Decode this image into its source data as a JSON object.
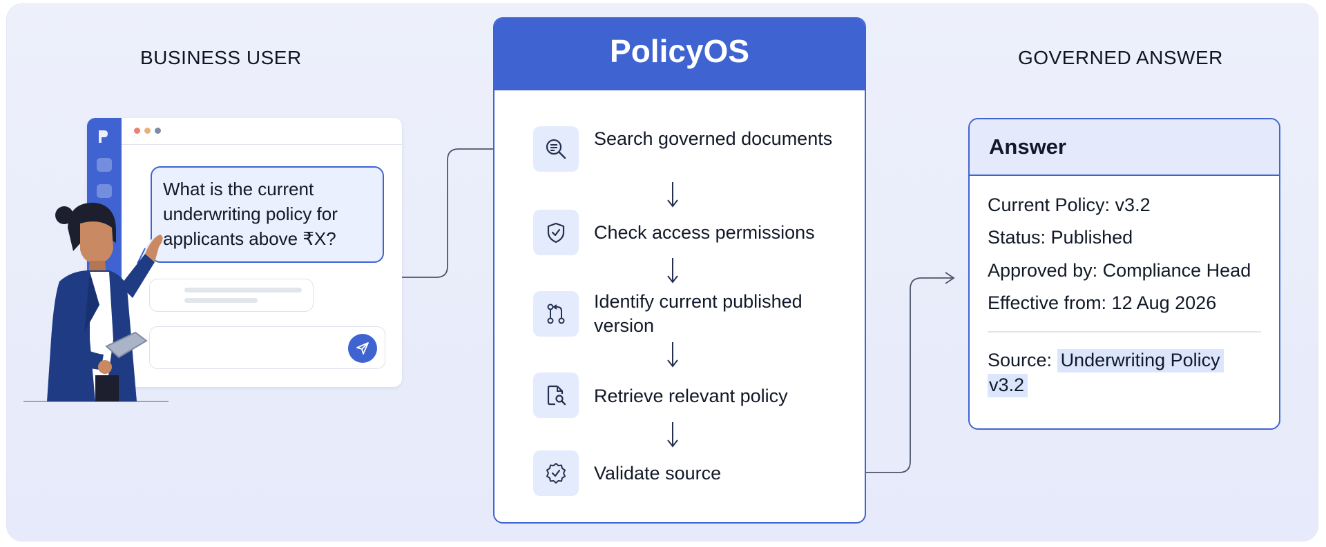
{
  "sections": {
    "business_user": "BUSINESS USER",
    "governed_answer": "GOVERNED ANSWER"
  },
  "chat": {
    "question": "What is the current underwriting policy for applicants above ₹X?",
    "window_dots": [
      "#e9836f",
      "#e8b07c",
      "#7d8aa8"
    ],
    "icons": [
      "logo-icon",
      "send-icon",
      "person-illustration"
    ]
  },
  "policyos": {
    "title": "PolicyOS",
    "steps": [
      {
        "label": "Search governed documents",
        "icon": "search-document-icon"
      },
      {
        "label": "Check access permissions",
        "icon": "shield-check-icon"
      },
      {
        "label": "Identify current published version",
        "icon": "version-branch-icon"
      },
      {
        "label": "Retrieve relevant policy",
        "icon": "document-search-icon"
      },
      {
        "label": "Validate source",
        "icon": "badge-check-icon"
      }
    ]
  },
  "answer": {
    "title": "Answer",
    "current_policy": "Current Policy: v3.2",
    "status": "Status: Published",
    "approved_by": "Approved by: Compliance Head",
    "effective_from": "Effective from: 12 Aug 2026",
    "source_prefix": "Source: ",
    "source_link_line1": "Underwriting Policy",
    "source_link_line2": "v3.2"
  },
  "colors": {
    "accent": "#3f63d1",
    "background": "#e9edfa",
    "icon_tile": "#e4ebfc",
    "highlight": "#dbe5fb"
  }
}
